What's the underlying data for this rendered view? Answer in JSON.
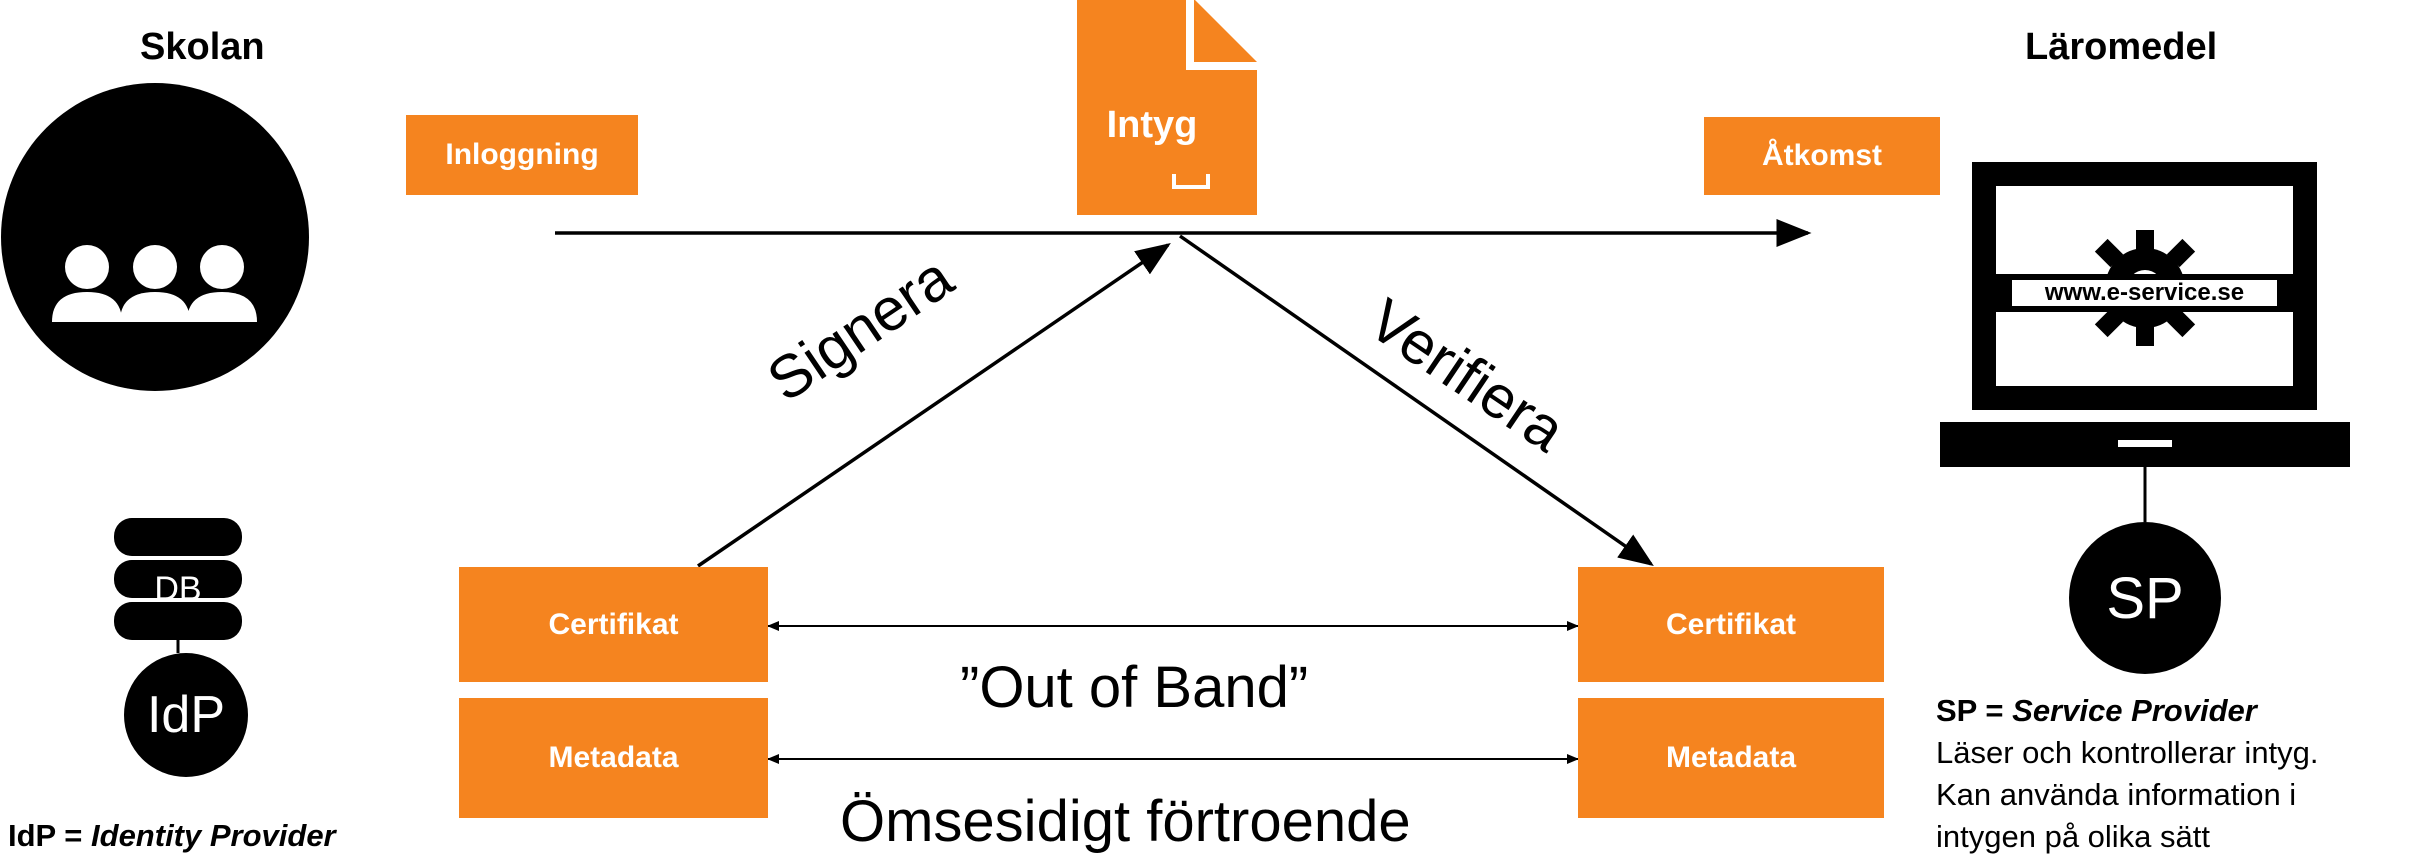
{
  "left": {
    "title": "Skolan",
    "db_label": "DB",
    "idp_label": "IdP",
    "footnote_abbr": "IdP",
    "footnote_eq": " = ",
    "footnote_full": "Identity Provider"
  },
  "right": {
    "title": "Läromedel",
    "url": "www.e-service.se",
    "sp_label": "SP",
    "note_abbr": "SP",
    "note_eq": " = ",
    "note_full": "Service Provider",
    "note_lines": [
      "Läser och kontrollerar intyg.",
      "Kan använda information i",
      "intygen på olika sätt"
    ]
  },
  "flow": {
    "login": "Inloggning",
    "token": "Intyg",
    "access": "Åtkomst"
  },
  "edges": {
    "sign": "Signera",
    "verify": "Verifiera"
  },
  "trust": {
    "left_cert": "Certifikat",
    "left_meta": "Metadata",
    "right_cert": "Certifikat",
    "right_meta": "Metadata",
    "out_of_band": "”Out of Band”",
    "mutual_trust": "Ömsesidigt förtroende"
  },
  "colors": {
    "accent": "#f5841f",
    "dark": "#000000",
    "light": "#ffffff"
  },
  "icons": [
    "users-icon",
    "database-icon",
    "document-icon",
    "laptop-icon",
    "gear-icon"
  ]
}
